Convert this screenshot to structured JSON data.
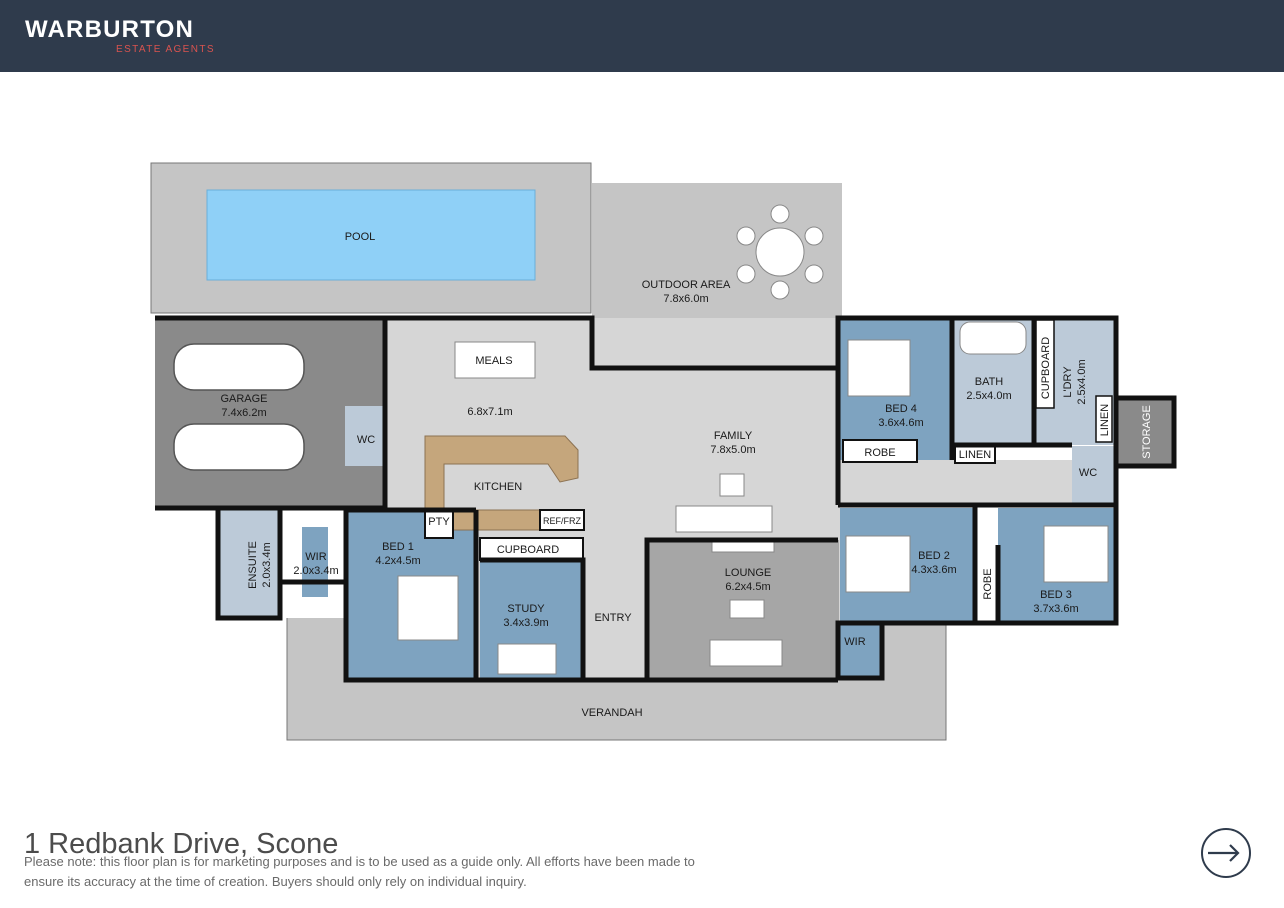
{
  "header": {
    "brand_name": "WARBURTON",
    "brand_sub": "ESTATE AGENTS",
    "bar_color": "#2f3b4c",
    "accent_color": "#d9534f"
  },
  "floorplan": {
    "rooms": {
      "pool": {
        "name": "POOL"
      },
      "outdoor": {
        "name": "OUTDOOR AREA",
        "size": "7.8x6.0m"
      },
      "garage": {
        "name": "GARAGE",
        "size": "7.4x6.2m"
      },
      "meals": {
        "name": "MEALS",
        "size": "6.8x7.1m"
      },
      "family": {
        "name": "FAMILY",
        "size": "7.8x5.0m"
      },
      "kitchen": {
        "name": "KITCHEN"
      },
      "pty": {
        "name": "PTY"
      },
      "ref": {
        "name": "REF/FRZ"
      },
      "wc_garage": {
        "name": "WC"
      },
      "ensuite": {
        "name": "ENSUITE",
        "size": "2.0x3.4m"
      },
      "wir1": {
        "name": "WIR",
        "size": "2.0x3.4m"
      },
      "bed1": {
        "name": "BED 1",
        "size": "4.2x4.5m"
      },
      "cupboard_study": {
        "name": "CUPBOARD"
      },
      "study": {
        "name": "STUDY",
        "size": "3.4x3.9m"
      },
      "entry": {
        "name": "ENTRY"
      },
      "lounge": {
        "name": "LOUNGE",
        "size": "6.2x4.5m"
      },
      "bed4": {
        "name": "BED 4",
        "size": "3.6x4.6m"
      },
      "robe4": {
        "name": "ROBE"
      },
      "bath": {
        "name": "BATH",
        "size": "2.5x4.0m"
      },
      "linen_hall": {
        "name": "LINEN"
      },
      "cupboard_ldry": {
        "name": "CUPBOARD"
      },
      "ldry": {
        "name": "L'DRY",
        "size": "2.5x4.0m"
      },
      "linen_ldry": {
        "name": "LINEN"
      },
      "wc_hall": {
        "name": "WC"
      },
      "storage": {
        "name": "STORAGE"
      },
      "bed2": {
        "name": "BED 2",
        "size": "4.3x3.6m"
      },
      "robe3": {
        "name": "ROBE"
      },
      "bed3": {
        "name": "BED 3",
        "size": "3.7x3.6m"
      },
      "wir2": {
        "name": "WIR"
      },
      "verandah": {
        "name": "VERANDAH"
      }
    },
    "colors": {
      "wall": "#111111",
      "living_floor": "#d6d6d6",
      "outdoor_floor": "#c5c5c5",
      "bedroom_floor": "#7ea3c0",
      "wet_floor": "#bccad8",
      "garage_floor": "#8a8a8a",
      "lounge_floor": "#a6a6a6",
      "pool_water": "#8fd0f7",
      "bench": "#c5a67c"
    }
  },
  "footer": {
    "address": "1 Redbank Drive, Scone",
    "disclaimer": "Please note: this floor plan is for marketing purposes and is to be used as a guide only. All efforts have been made to ensure its accuracy at the time of creation. Buyers should only rely on individual inquiry.",
    "next_icon": "arrow-right-icon"
  }
}
